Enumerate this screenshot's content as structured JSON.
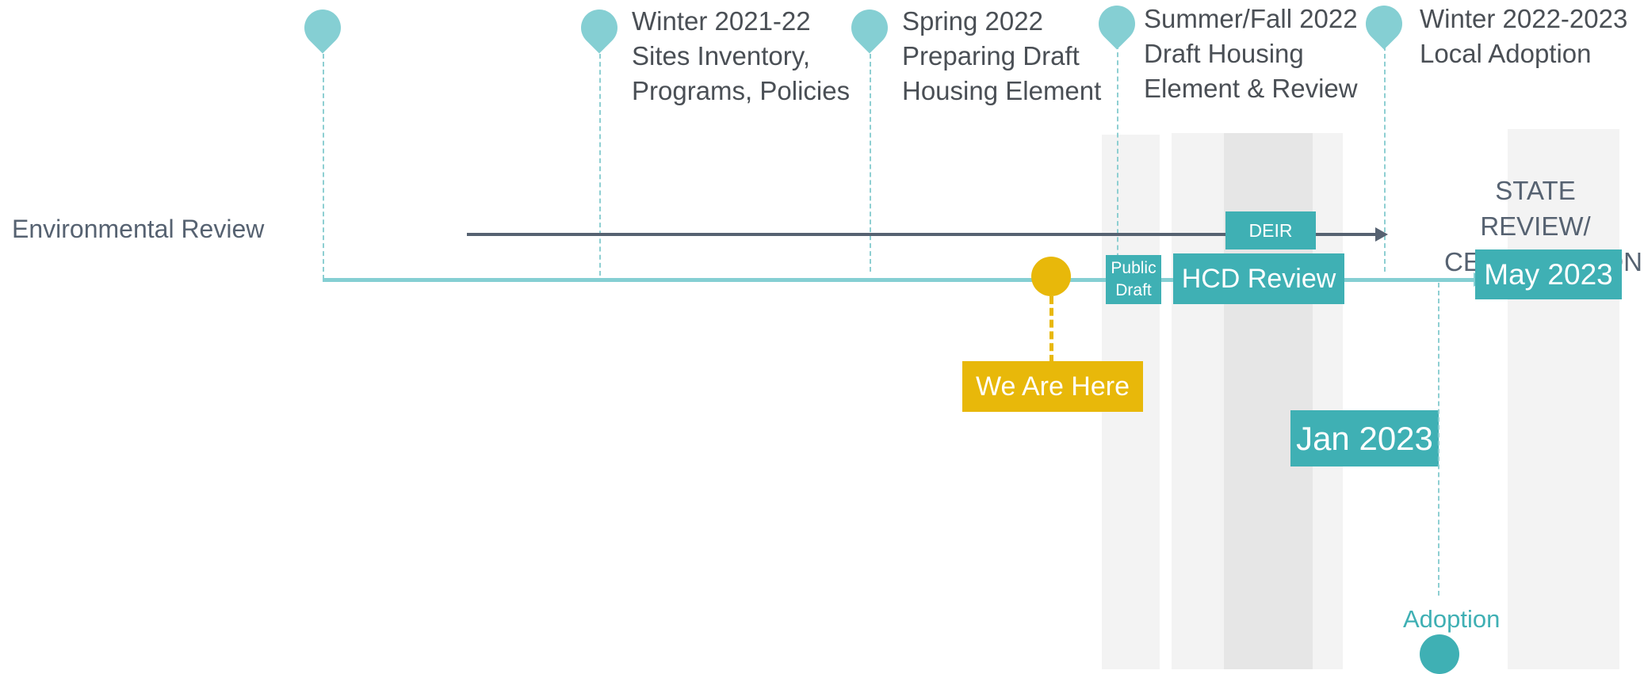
{
  "row_label": "Environmental Review",
  "milestones": [
    {
      "text": ""
    },
    {
      "text": "Winter 2021-22\nSites Inventory,\nPrograms, Policies"
    },
    {
      "text": "Spring 2022\nPreparing Draft\nHousing Element"
    },
    {
      "text": "Summer/Fall 2022\nDraft Housing\nElement & Review"
    },
    {
      "text": "Winter 2022-2023\nLocal Adoption"
    }
  ],
  "deir_label": "DEIR",
  "public_draft_label": "Public\nDraft",
  "hcd_review_label": "HCD Review",
  "state_review_label": "STATE REVIEW/\nCERTIFICATION",
  "may_label": "May 2023",
  "we_are_here_label": "We Are Here",
  "jan_label": "Jan 2023",
  "adoption_label": "Adoption",
  "colors": {
    "teal": "#3fb0b4",
    "light_teal": "#85cfd3",
    "gold": "#e8b80a",
    "dark_gray": "#566271",
    "text": "#4a4f55"
  }
}
